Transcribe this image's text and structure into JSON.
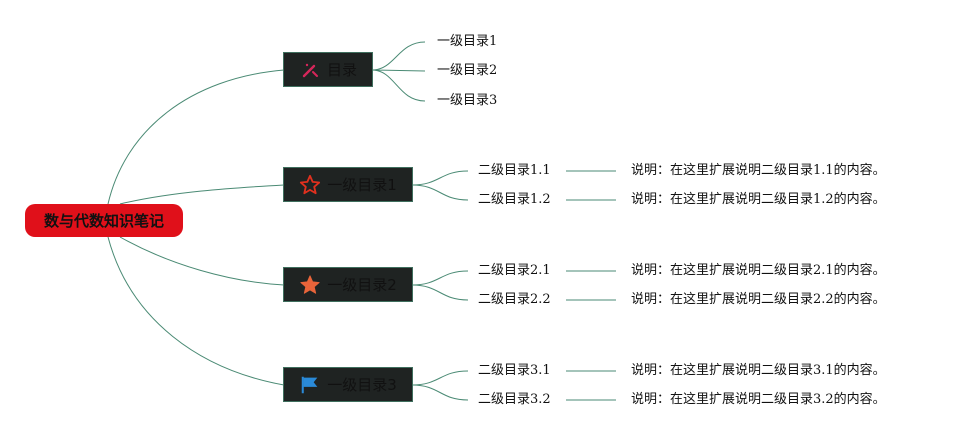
{
  "root": {
    "label": "数与代数知识笔记"
  },
  "branches": [
    {
      "label": "目录",
      "icon": "pencil-icon",
      "children": [
        {
          "label": "一级目录1"
        },
        {
          "label": "一级目录2"
        },
        {
          "label": "一级目录3"
        }
      ]
    },
    {
      "label": "一级目录1",
      "icon": "star-outline-icon",
      "children": [
        {
          "label": "二级目录1.1",
          "note": "说明：在这里扩展说明二级目录1.1的内容。"
        },
        {
          "label": "二级目录1.2",
          "note": "说明：在这里扩展说明二级目录1.2的内容。"
        }
      ]
    },
    {
      "label": "一级目录2",
      "icon": "star-filled-icon",
      "children": [
        {
          "label": "二级目录2.1",
          "note": "说明：在这里扩展说明二级目录2.1的内容。"
        },
        {
          "label": "二级目录2.2",
          "note": "说明：在这里扩展说明二级目录2.2的内容。"
        }
      ]
    },
    {
      "label": "一级目录3",
      "icon": "flag-icon",
      "children": [
        {
          "label": "二级目录3.1",
          "note": "说明：在这里扩展说明二级目录3.1的内容。"
        },
        {
          "label": "二级目录3.2",
          "note": "说明：在这里扩展说明二级目录3.2的内容。"
        }
      ]
    }
  ],
  "colors": {
    "root_fill": "#e0101a",
    "node_fill": "#1f2322",
    "node_border": "#3f6f5e",
    "connector": "#4a8a74",
    "pencil": "#d6265a",
    "star_outline": "#e0301e",
    "star_filled": "#e8643a",
    "flag": "#2a8ad8"
  }
}
